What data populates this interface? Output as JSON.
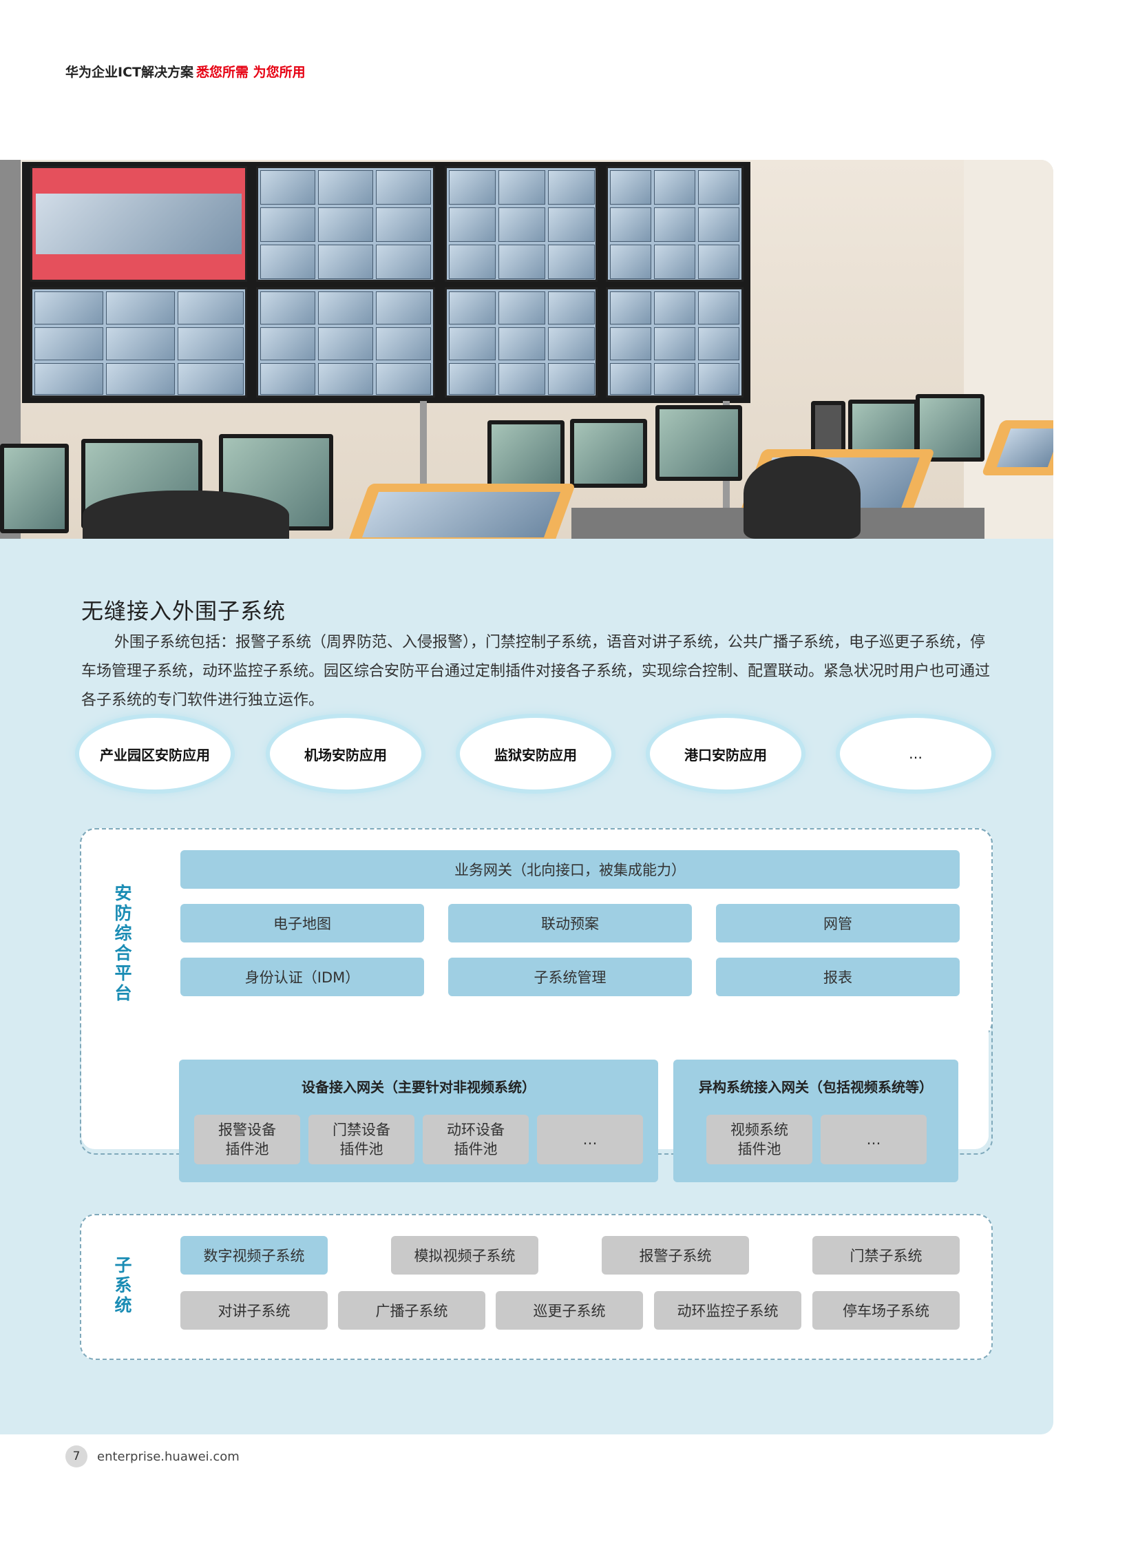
{
  "header": {
    "brand": "华为企业ICT解决方案",
    "slogan": "悉您所需 为您所用"
  },
  "section": {
    "title": "无缝接入外围子系统",
    "body": "外围子系统包括：报警子系统（周界防范、入侵报警），门禁控制子系统，语音对讲子系统，公共广播子系统，电子巡更子系统，停车场管理子系统，动环监控子系统。园区综合安防平台通过定制插件对接各子系统，实现综合控制、配置联动。紧急状况时用户也可通过各子系统的专门软件进行独立运作。"
  },
  "applications": [
    "产业园区安防应用",
    "机场安防应用",
    "监狱安防应用",
    "港口安防应用",
    "…"
  ],
  "platform": {
    "label": "安防综合平台",
    "gateway": "业务网关（北向接口，被集成能力）",
    "row1": [
      "电子地图",
      "联动预案",
      "网管"
    ],
    "row2": [
      "身份认证（IDM）",
      "子系统管理",
      "报表"
    ],
    "device_gateway": {
      "title": "设备接入网关（主要针对非视频系统）",
      "plugins": [
        "报警设备\n插件池",
        "门禁设备\n插件池",
        "动环设备\n插件池",
        "…"
      ]
    },
    "hetero_gateway": {
      "title": "异构系统接入网关（包括视频系统等）",
      "plugins": [
        "视频系统\n插件池",
        "…"
      ]
    }
  },
  "subsystems": {
    "label": "子系统",
    "row1": [
      "数字视频子系统",
      "模拟视频子系统",
      "报警子系统",
      "门禁子系统"
    ],
    "row2": [
      "对讲子系统",
      "广播子系统",
      "巡更子系统",
      "动环监控子系统",
      "停车场子系统"
    ]
  },
  "footer": {
    "page": "7",
    "site": "enterprise.huawei.com"
  },
  "colors": {
    "accent_red": "#e60012",
    "panel_bg": "#d7ebf2",
    "box_blue": "#9fcfe3",
    "box_gray": "#c9c9c9",
    "label_blue": "#1a8cb4"
  }
}
